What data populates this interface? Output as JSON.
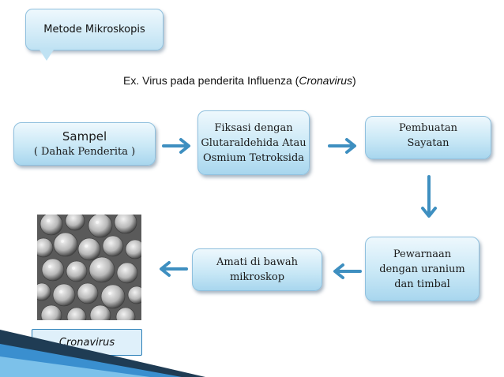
{
  "title": "Metode Mikroskopis",
  "subtitle": {
    "prefix": "Ex. Virus pada penderita Influenza (",
    "italic": "Cronavirus",
    "suffix": ")"
  },
  "steps": {
    "sampel": {
      "line1": "Sampel",
      "line2": "( Dahak Penderita )"
    },
    "fiksasi": {
      "line1": "Fiksasi dengan",
      "line2": "Glutaraldehida Atau",
      "line3": "Osmium Tetroksida"
    },
    "pembuatan": {
      "line1": "Pembuatan",
      "line2": "Sayatan"
    },
    "pewarnaan": {
      "line1": "Pewarnaan",
      "line2": "dengan uranium",
      "line3": "dan timbal"
    },
    "amati": {
      "line1": "Amati di bawah",
      "line2": "mikroskop"
    }
  },
  "caption": "Cronavirus",
  "colors": {
    "arrow": "#3e8fc0",
    "box_border": "#8fc0de",
    "decor_dark": "#1f3c54",
    "decor_blue": "#3a8fcf"
  }
}
